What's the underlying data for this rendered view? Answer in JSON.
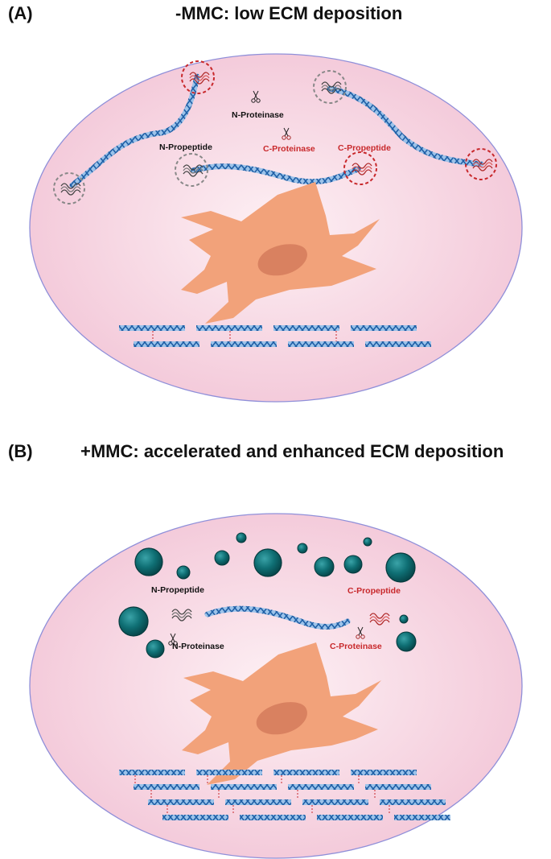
{
  "panel_a": {
    "letter": "(A)",
    "title": "-MMC: low ECM deposition",
    "labels": {
      "n_proteinase": "N-Proteinase",
      "n_propeptide": "N-Propeptide",
      "c_proteinase": "C-Proteinase",
      "c_propeptide": "C-Propeptide"
    }
  },
  "panel_b": {
    "letter": "(B)",
    "title": "+MMC: accelerated and enhanced ECM deposition",
    "labels": {
      "n_propeptide": "N-Propeptide",
      "c_propeptide": "C-Propeptide",
      "n_proteinase": "N-Proteinase",
      "c_proteinase": "C-Proteinase"
    }
  },
  "colors": {
    "ellipse_fill": "#f7d6e3",
    "ellipse_stroke": "#8f8fd9",
    "cell": "#f2a27a",
    "nucleus": "#d98160",
    "collagen": "#2f6fb4",
    "mmc_sphere": "#0f6f74",
    "n_label": "#111111",
    "c_label": "#c8282b",
    "circle_grey": "#888888",
    "circle_red": "#c8282b"
  },
  "icons": {
    "scissors": "scissors-icon",
    "cell": "fibroblast-icon",
    "sphere": "macromolecule-icon"
  }
}
